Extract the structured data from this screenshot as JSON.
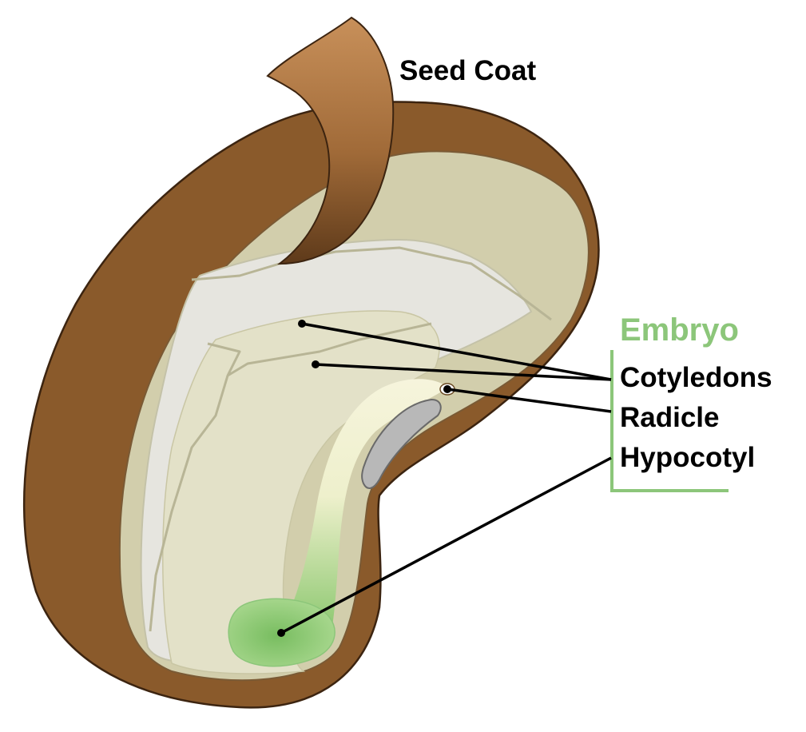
{
  "labels": {
    "seed_coat": "Seed Coat",
    "embryo": "Embryo",
    "cotyledons": "Cotyledons",
    "radicle": "Radicle",
    "hypocotyl": "Hypocotyl"
  },
  "colors": {
    "seed_coat_dark": "#8a5a2b",
    "seed_coat_flap": "#c48a4e",
    "inner_tan": "#d2ceac",
    "cotyledon_white": "#e6e5df",
    "cotyledon_cream": "#e3e1c8",
    "radicle_green": "#8fca74",
    "hypocotyl_gray": "#b8b8b8",
    "embryo_accent": "#8cc67a",
    "leader_line": "#000000"
  }
}
